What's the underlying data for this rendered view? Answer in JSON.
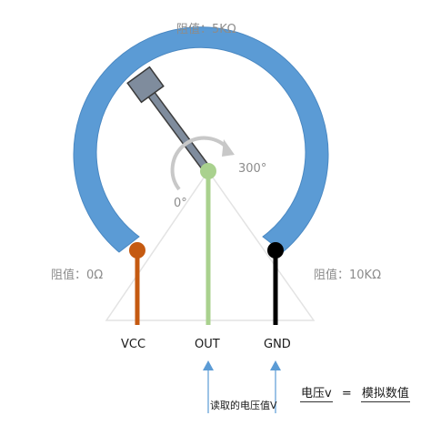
{
  "labels": {
    "top_resistance": "阻值：5KΩ",
    "left_resistance": "阻值：0Ω",
    "right_resistance": "阻值：10KΩ",
    "angle_start": "0°",
    "angle_end": "300°"
  },
  "pins": {
    "vcc": "VCC",
    "out": "OUT",
    "gnd": "GND"
  },
  "annotation": {
    "read_voltage": "读取的电压值V"
  },
  "formula": {
    "lhs": "电压v",
    "equals": "=",
    "rhs": "模拟数值"
  },
  "colors": {
    "track": "#5b9bd5",
    "wiper": "#7f8c9d",
    "vcc_pin": "#c55a11",
    "out_pin": "#a9d18e",
    "gnd_pin": "#000000",
    "arrow": "#5b9bd5"
  }
}
